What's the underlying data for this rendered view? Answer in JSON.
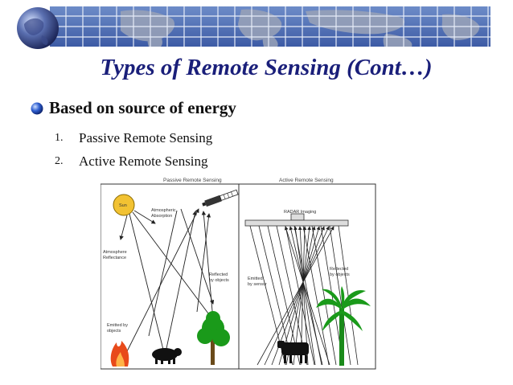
{
  "slide": {
    "title": "Types of Remote Sensing (Cont…)",
    "bullet": "Based on source of energy",
    "list": [
      {
        "num": "1.",
        "text": "Passive Remote Sensing"
      },
      {
        "num": "2.",
        "text": "Active Remote Sensing"
      }
    ]
  },
  "diagram": {
    "passive_title": "Passive Remote Sensing",
    "active_title": "Active Remote Sensing",
    "sun": "Sun",
    "atmospheric_absorption_1": "Atmospheric",
    "atmospheric_absorption_2": "Absorption",
    "atmosphere_reflectance_1": "Atmosphere",
    "atmosphere_reflectance_2": "Reflectance",
    "reflected_objects_1": "Reflected",
    "reflected_objects_2": "by objects",
    "emitted_objects_1": "Emitted by",
    "emitted_objects_2": "objects",
    "radar_imaging": "RADAR Imaging",
    "emitted_sensor_1": "Emitted",
    "emitted_sensor_2": "by sensor",
    "reflected_objects_r1": "Reflected",
    "reflected_objects_r2": "by objects"
  },
  "colors": {
    "title": "#1a1f7a",
    "banner": "#4a6cb3",
    "sun": "#f2c232",
    "tree": "#1a9a1a",
    "fire": "#e84a1a"
  }
}
